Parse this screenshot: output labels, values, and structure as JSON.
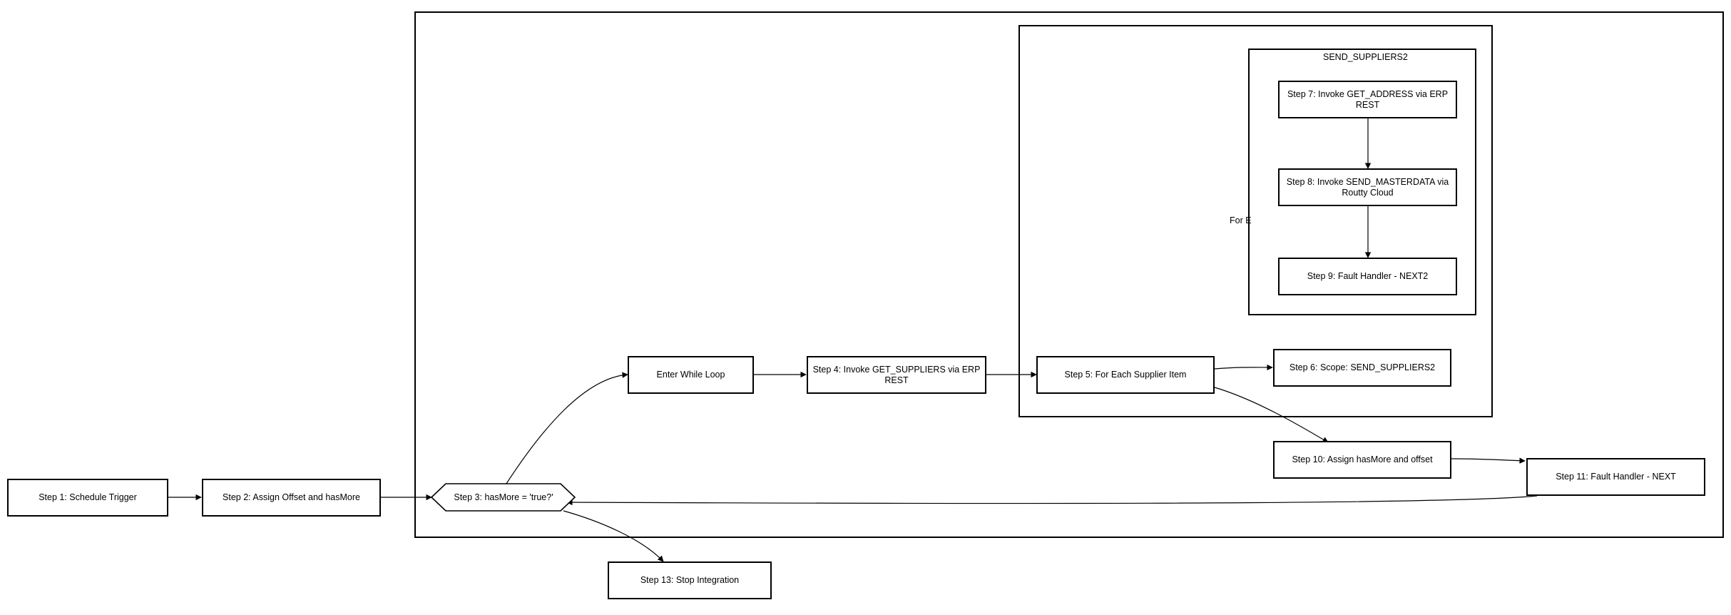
{
  "diagram": {
    "nodes": {
      "step1": "Step 1: Schedule Trigger",
      "step2": "Step 2: Assign Offset and hasMore",
      "step3": "Step 3: hasMore = 'true?'",
      "enter_loop": "Enter While Loop",
      "step4": "Step 4: Invoke GET_SUPPLIERS via ERP REST",
      "step5": "Step 5: For Each Supplier Item",
      "step6": "Step 6: Scope: SEND_SUPPLIERS2",
      "step7": "Step 7: Invoke GET_ADDRESS via ERP REST",
      "step8": "Step 8: Invoke SEND_MASTERDATA via Routty Cloud",
      "step9": "Step 9: Fault Handler - NEXT2",
      "step10": "Step 10: Assign hasMore and offset",
      "step11": "Step 11: Fault Handler - NEXT",
      "step13": "Step 13: Stop Integration"
    },
    "containers": {
      "scope_label": "SEND_SUPPLIERS2",
      "foreach_label": "For E"
    }
  }
}
